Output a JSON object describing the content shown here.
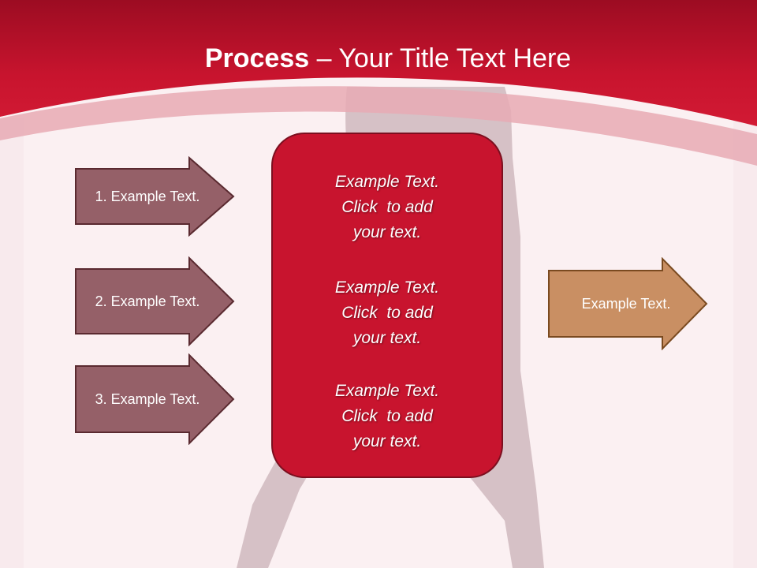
{
  "title": {
    "bold": "Process",
    "rest": " – Your Title Text Here"
  },
  "input_arrows": [
    {
      "label": "1. Example Text."
    },
    {
      "label": "2. Example Text."
    },
    {
      "label": "3. Example Text."
    }
  ],
  "center_box": {
    "paragraphs": [
      {
        "lines": [
          "Example Text.",
          "Click  to add",
          "your text."
        ]
      },
      {
        "lines": [
          "Example Text.",
          "Click  to add",
          "your text."
        ]
      },
      {
        "lines": [
          "Example Text.",
          "Click  to add",
          "your text."
        ]
      }
    ]
  },
  "output_arrow": {
    "label": "Example Text."
  },
  "colors": {
    "header": "#c8142e",
    "input_arrow_fill": "#956068",
    "input_arrow_border": "#5a2a30",
    "center_box_fill": "#c8142e",
    "center_box_border": "#7c0f1f",
    "output_arrow_fill": "#c98f63",
    "output_arrow_border": "#7a4a20"
  }
}
